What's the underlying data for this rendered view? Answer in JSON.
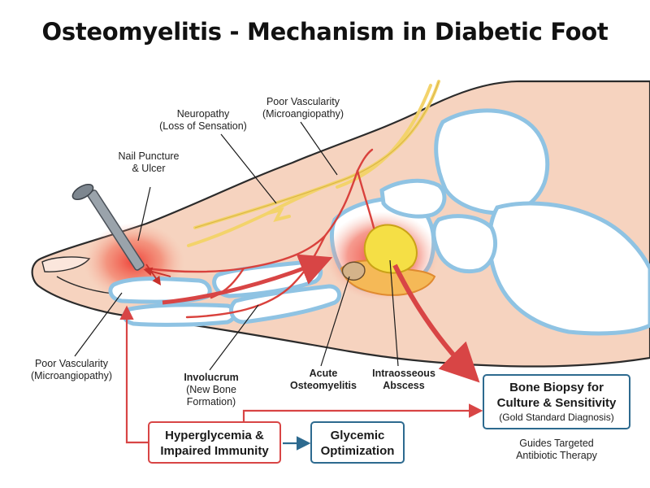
{
  "title": "Osteomyelitis - Mechanism in Diabetic Foot",
  "labels": {
    "neuropathy": [
      "Neuropathy",
      "(Loss of Sensation)"
    ],
    "poor_vascularity_top": [
      "Poor Vascularity",
      "(Microangiopathy)"
    ],
    "nail_puncture": [
      "Nail Puncture",
      "& Ulcer"
    ],
    "poor_vascularity_left": [
      "Poor Vascularity",
      "(Microangiopathy)"
    ],
    "involucrum": [
      "Involucrum",
      "(New Bone",
      "Formation)"
    ],
    "acute_osteomyelitis": [
      "Acute",
      "Osteomyelitis"
    ],
    "intraosseous_abscess": [
      "Intraosseous",
      "Abscess"
    ],
    "guides_therapy": [
      "Guides Targeted",
      "Antibiotic Therapy"
    ]
  },
  "boxes": {
    "hyperglycemia": [
      "Hyperglycemia &",
      "Impaired Immunity"
    ],
    "glycemic": [
      "Glycemic",
      "Optimization"
    ],
    "biopsy_title": [
      "Bone Biopsy for",
      "Culture & Sensitivity"
    ],
    "biopsy_sub": "(Gold Standard Diagnosis)"
  },
  "colors": {
    "skin": "#f6d3bf",
    "skin_outline": "#2b2b2b",
    "bone": "#ffffff",
    "bone_outline": "#8fc3e3",
    "nerve": "#f3d36b",
    "vessel": "#d9413c",
    "inflammation": "#ef4a3a",
    "abscess": "#f5df45",
    "arrow_red": "#d84545",
    "box_blue": "#2d6a8f"
  }
}
